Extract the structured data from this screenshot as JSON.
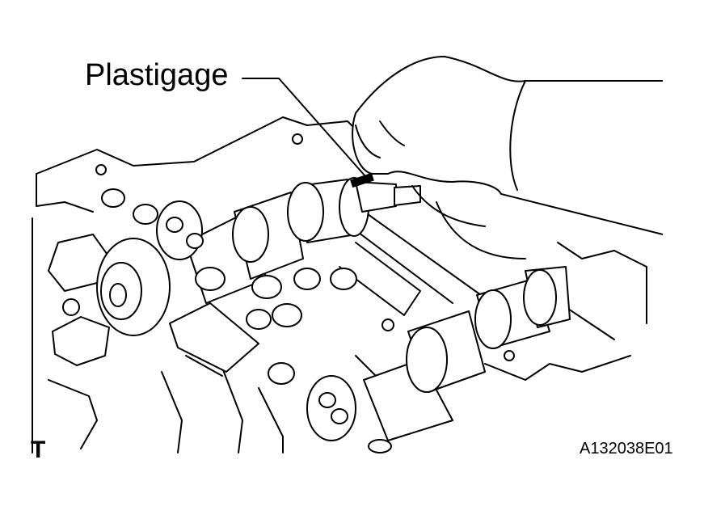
{
  "callout": {
    "label": "Plastigage"
  },
  "view_code": "T",
  "figure_id": "A132038E01",
  "colors": {
    "ink": "#000000",
    "paper": "#ffffff"
  },
  "icons": {
    "diagram": "engine-camshaft-line-art"
  }
}
